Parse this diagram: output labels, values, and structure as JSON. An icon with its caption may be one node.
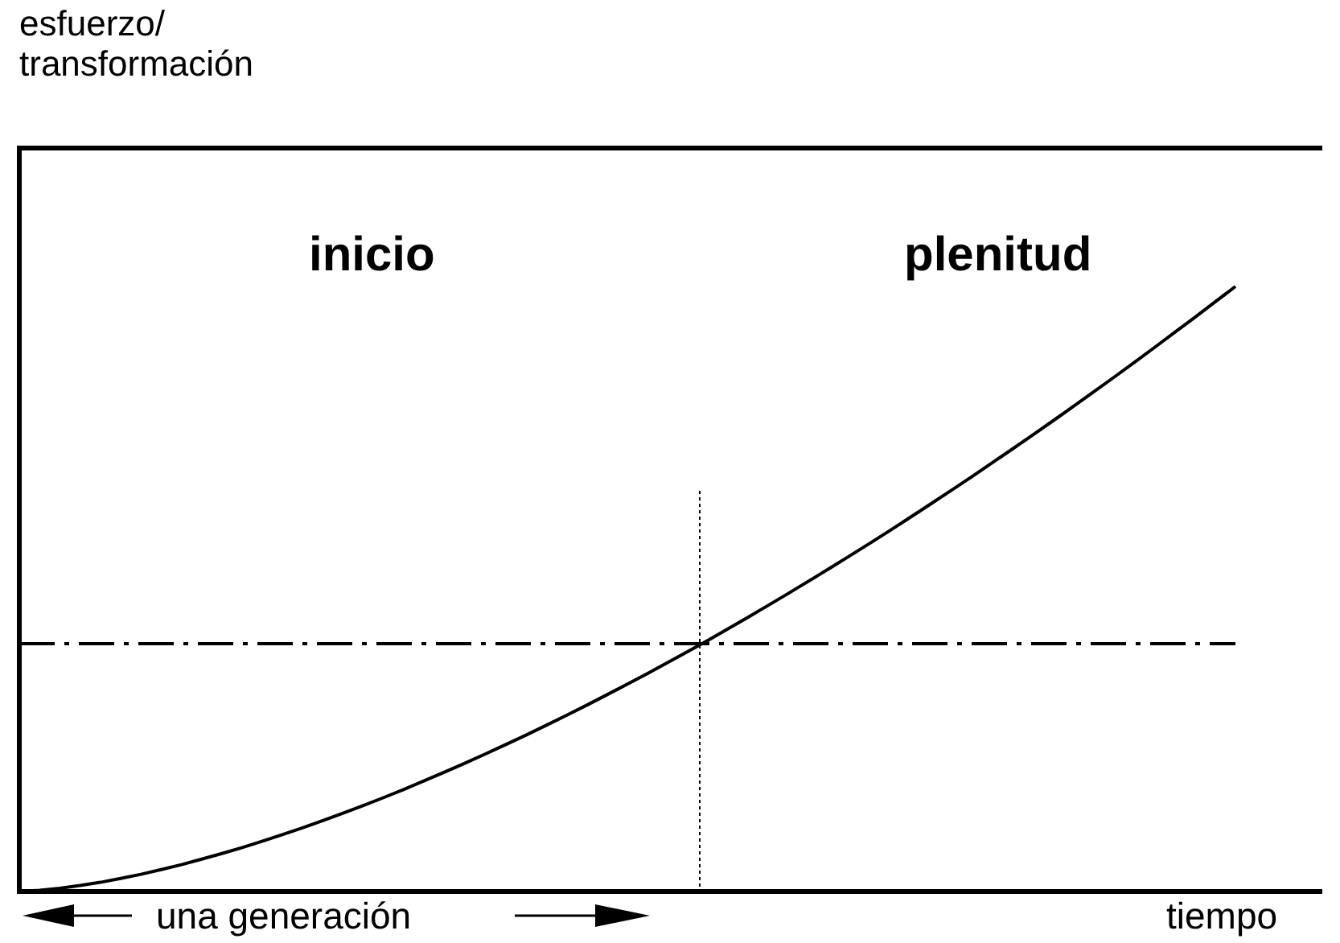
{
  "diagram": {
    "labels": [
      "esfuerzo/ transformación",
      "inicio",
      "plenitud",
      "una generación",
      "tiempo"
    ]
  }
}
